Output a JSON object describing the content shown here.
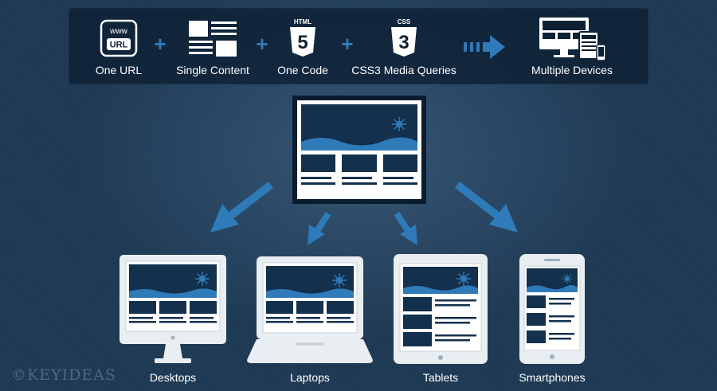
{
  "topbar": {
    "steps": [
      {
        "label": "One URL",
        "icon": "url-icon",
        "icon_text_top": "www",
        "icon_text_box": "URL"
      },
      {
        "label": "Single Content",
        "icon": "content-layout-icon"
      },
      {
        "label": "One Code",
        "icon": "html5-icon",
        "icon_caption": "HTML",
        "icon_number": "5"
      },
      {
        "label": "CSS3 Media Queries",
        "icon": "css3-icon",
        "icon_caption": "CSS",
        "icon_number": "3"
      },
      {
        "label": "Multiple Devices",
        "icon": "multiple-devices-icon"
      }
    ],
    "connectors": [
      "+",
      "+",
      "+"
    ]
  },
  "devices": [
    {
      "label": "Desktops",
      "icon": "desktop-icon"
    },
    {
      "label": "Laptops",
      "icon": "laptop-icon"
    },
    {
      "label": "Tablets",
      "icon": "tablet-icon"
    },
    {
      "label": "Smartphones",
      "icon": "smartphone-icon"
    }
  ],
  "watermark": "©KEYIDEAS",
  "colors": {
    "background": "#1f3a55",
    "panel": "#0e2034",
    "accent": "#2f7ab8",
    "screen_dark": "#13304d",
    "device_frame": "#e9eef3"
  }
}
